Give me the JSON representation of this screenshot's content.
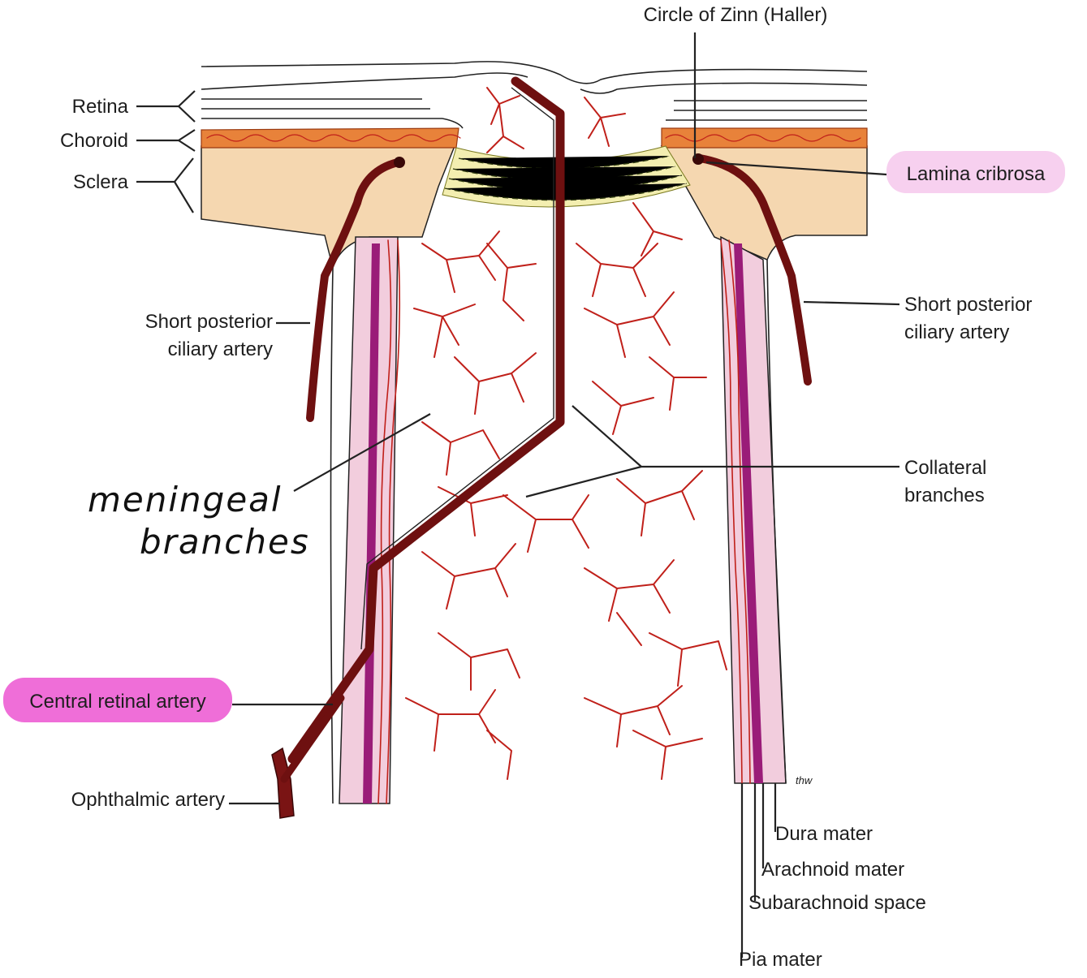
{
  "labels": {
    "circle_of_zinn": "Circle of Zinn (Haller)",
    "retina": "Retina",
    "choroid": "Choroid",
    "sclera": "Sclera",
    "lamina_cribrosa": "Lamina cribrosa",
    "short_posterior_left_line1": "Short posterior",
    "short_posterior_left_line2": "ciliary artery",
    "short_posterior_right_line1": "Short posterior",
    "short_posterior_right_line2": "ciliary artery",
    "meningeal_line1": "meningeal",
    "meningeal_line2": "branches",
    "collateral_line1": "Collateral",
    "collateral_line2": "branches",
    "central_retinal_artery": "Central retinal artery",
    "ophthalmic_artery": "Ophthalmic artery",
    "dura_mater": "Dura mater",
    "arachnoid_mater": "Arachnoid mater",
    "subarachnoid_space": "Subarachnoid space",
    "pia_mater": "Pia mater",
    "signature": "thw"
  },
  "colors": {
    "sclera": "#f5d7b0",
    "choroid": "#e8823a",
    "lamina": "#f3eeb0",
    "dura": "#f2cddd",
    "arachnoid": "#9a1c78",
    "vessel": "#c0201a",
    "artery": "#7a1414",
    "highlight_lamina": "#f7d0ef",
    "highlight_central": "#ef6ed8"
  }
}
